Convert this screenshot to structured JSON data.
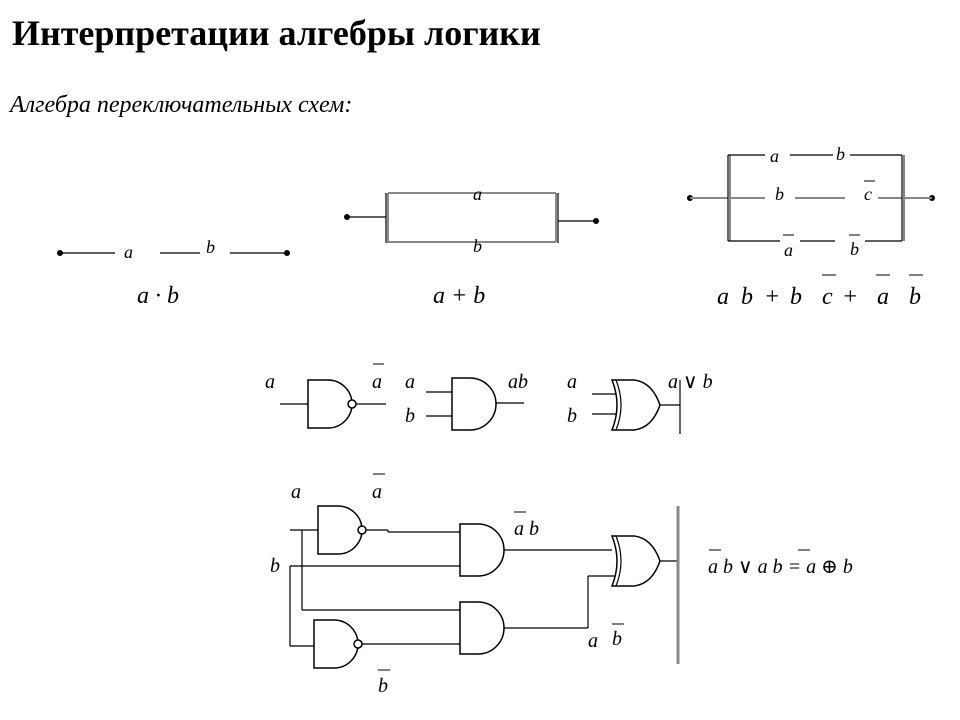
{
  "title": "Интерпретации алгебры логики",
  "subtitle": "Алгебра переключательных схем:",
  "series_circuit": {
    "contact_a": "a",
    "contact_b": "b",
    "formula": "a · b"
  },
  "parallel_circuit": {
    "contact_a": "a",
    "contact_b": "b",
    "formula": "a + b"
  },
  "mixed_circuit": {
    "top_a": "a",
    "top_b": "b",
    "mid_b": "b",
    "mid_c": "c",
    "bot_a": "a",
    "bot_b": "b",
    "formula_parts": [
      "a",
      "b",
      "+",
      "b",
      "c",
      "+",
      "a",
      "b"
    ]
  },
  "gates": {
    "not_in": "a",
    "not_out": "a",
    "and_in1": "a",
    "and_in2": "b",
    "and_out": "ab",
    "or_in1": "a",
    "or_in2": "b",
    "or_out": "a ∨ b"
  },
  "xor_circuit": {
    "in_a": "a",
    "in_a_neg": "a",
    "in_b": "b",
    "in_b_neg": "b",
    "term1": "a b",
    "term2_a": "a",
    "term2_b": "b",
    "result": "a b ∨ a  b = a ⊕ b"
  }
}
